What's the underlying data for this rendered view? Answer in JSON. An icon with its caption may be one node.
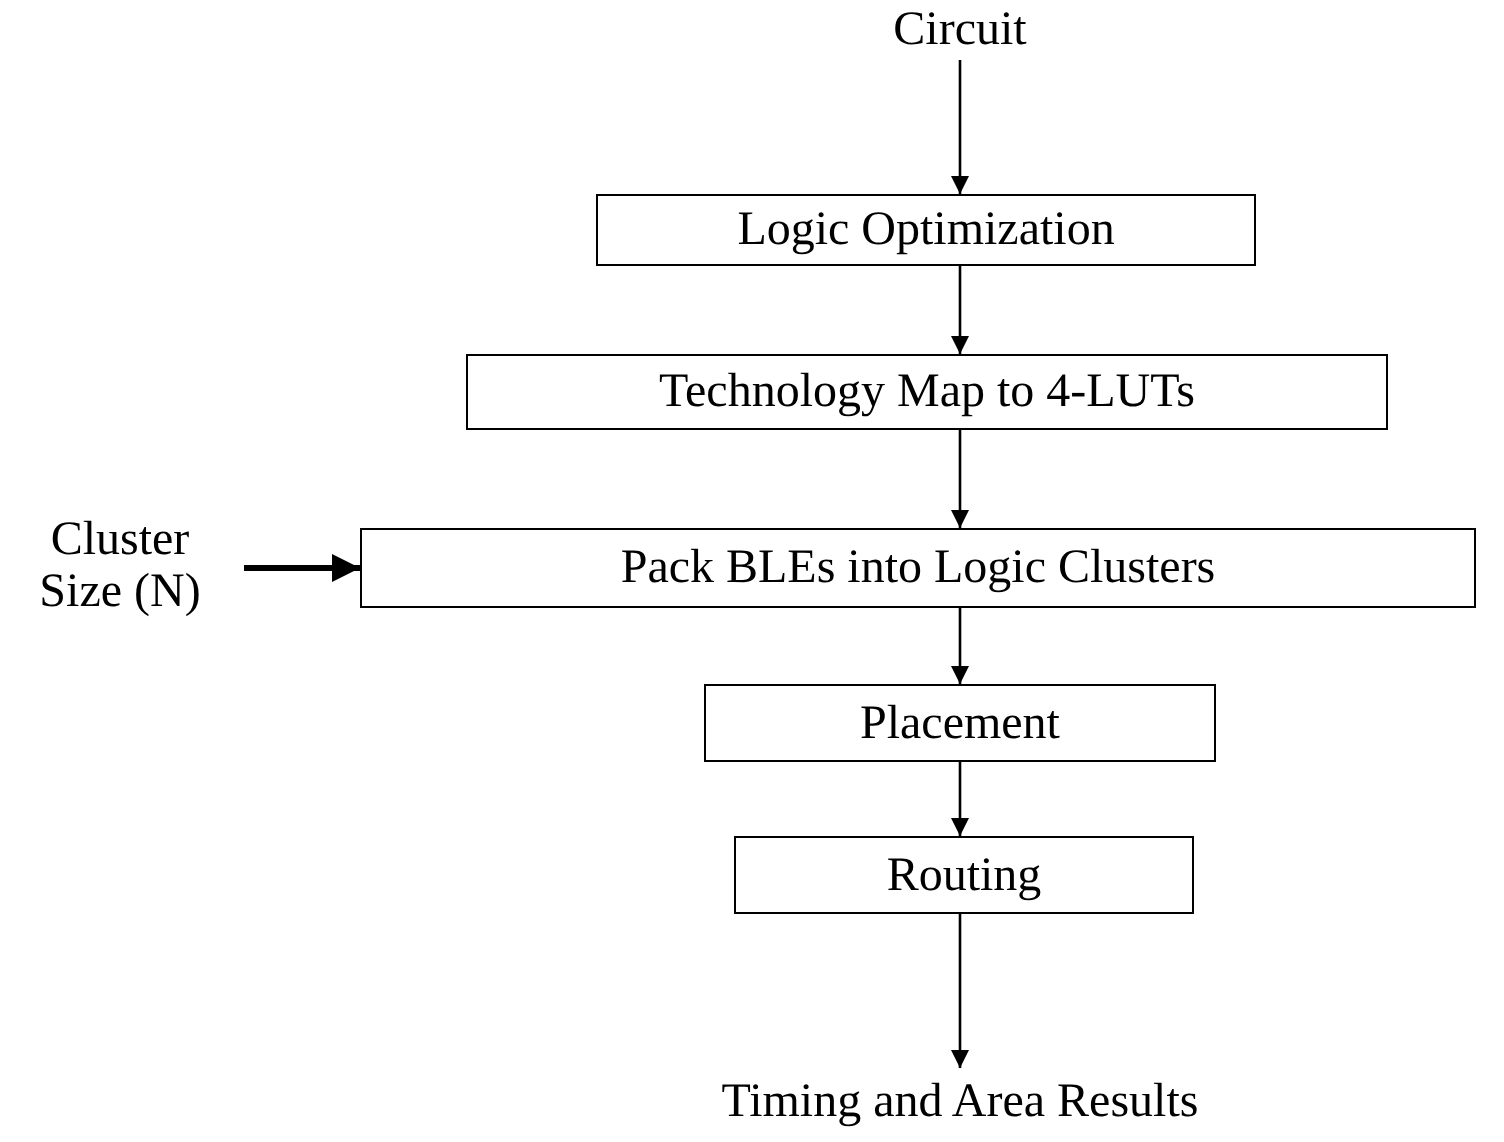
{
  "diagram": {
    "nodes": [
      {
        "text": [
          "Circuit"
        ]
      },
      {
        "text": [
          "Logic Optimization"
        ]
      },
      {
        "text": [
          "Technology Map to 4-LUTs"
        ]
      },
      {
        "text": [
          "Pack BLEs into Logic Clusters"
        ]
      },
      {
        "text": [
          "Placement"
        ]
      },
      {
        "text": [
          "Routing"
        ]
      },
      {
        "text": [
          "Timing and Area Results"
        ]
      },
      {
        "text": [
          "Cluster Size (N)"
        ]
      }
    ],
    "edges": [
      {
        "from": 0,
        "to": 1,
        "arrow": "to"
      },
      {
        "from": 1,
        "to": 2,
        "arrow": "to"
      },
      {
        "from": 2,
        "to": 3,
        "arrow": "to"
      },
      {
        "from": 3,
        "to": 4,
        "arrow": "to"
      },
      {
        "from": 4,
        "to": 5,
        "arrow": "to"
      },
      {
        "from": 5,
        "to": 6,
        "arrow": "to"
      },
      {
        "from": 7,
        "to": 3,
        "arrow": "to",
        "style": "thick"
      }
    ]
  }
}
